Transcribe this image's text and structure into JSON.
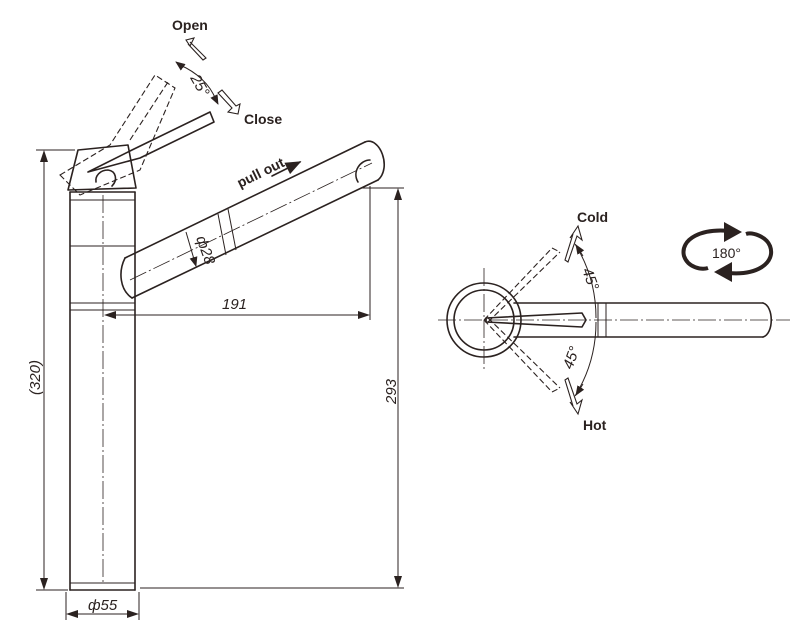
{
  "labels": {
    "open": "Open",
    "close": "Close",
    "lever_angle": "25°",
    "pull_out": "pull out",
    "cold": "Cold",
    "hot": "Hot",
    "cold_angle": "45°",
    "hot_angle": "45°",
    "rotation": "180°"
  },
  "dimensions": {
    "total_height": "(320)",
    "spout_reach": "191",
    "spout_height": "293",
    "base_diameter": "ф55",
    "spout_diameter": "ф28"
  },
  "colors": {
    "ink": "#2b2220"
  }
}
